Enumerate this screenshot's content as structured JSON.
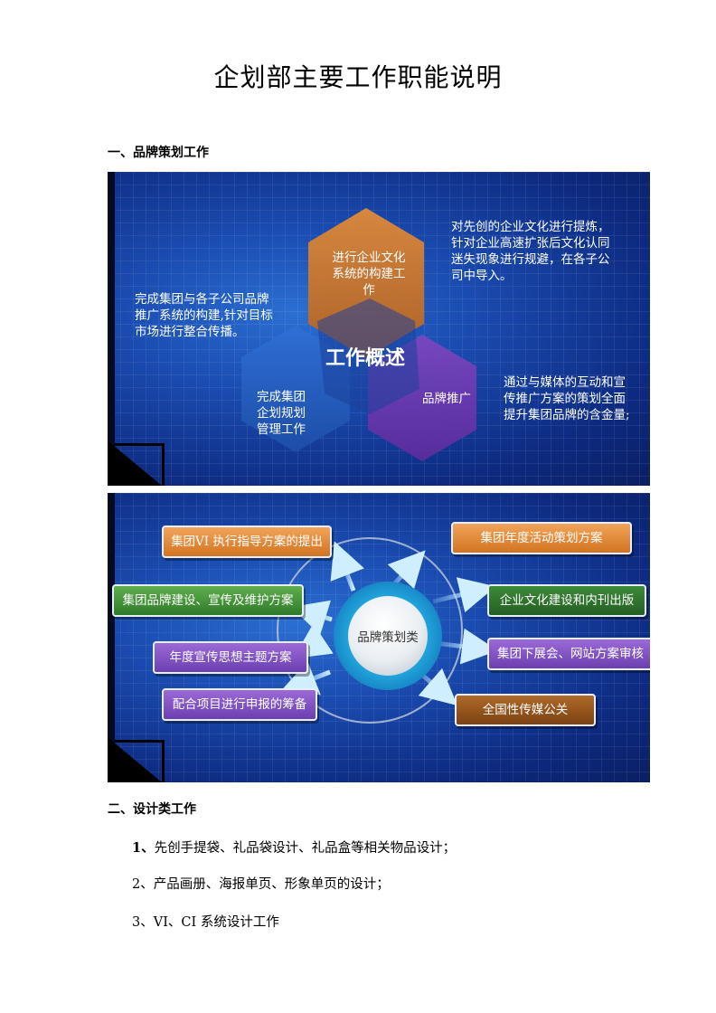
{
  "document": {
    "title": "企划部主要工作职能说明",
    "section1_heading": "一、品牌策划工作",
    "section2_heading": "二、设计类工作"
  },
  "overview_slide": {
    "center_title": "工作概述",
    "hex_top_label": "进行企业文化系统的构建工作",
    "hex_left_label": "完成集团企划规划管理工作",
    "hex_right_label": "品牌推广",
    "text_top_right": "对先创的企业文化进行提炼，针对企业高速扩张后文化认同迷失现象进行规避，在各子公司中导入。",
    "text_left": "完成集团与各子公司品牌推广系统的构建,针对目标市场进行整合传播。",
    "text_bottom_right": "通过与媒体的互动和宣传推广方案的策划全面提升集团品牌的含金量;",
    "colors": {
      "orange": "#c9742a",
      "blue": "#2561c8",
      "purple": "#6a3aaf"
    }
  },
  "planning_slide": {
    "center_label": "品牌策划类",
    "items_left": [
      "集团VI 执行指导方案的提出",
      "集团品牌建设、宣传及维护方案",
      "年度宣传思想主题方案",
      "配合项目进行申报的筹备"
    ],
    "items_right": [
      "集团年度活动策划方案",
      "企业文化建设和内刊出版",
      "集团下展会、网站方案审核",
      "全国性传媒公关"
    ]
  },
  "design_items": [
    {
      "number": "1、",
      "text": "先创手提袋、礼品袋设计、礼品盒等相关物品设计；"
    },
    {
      "number": "2、",
      "text": "产品画册、海报单页、形象单页的设计；"
    },
    {
      "number": "3、",
      "text": "VI、CI 系统设计工作"
    }
  ]
}
